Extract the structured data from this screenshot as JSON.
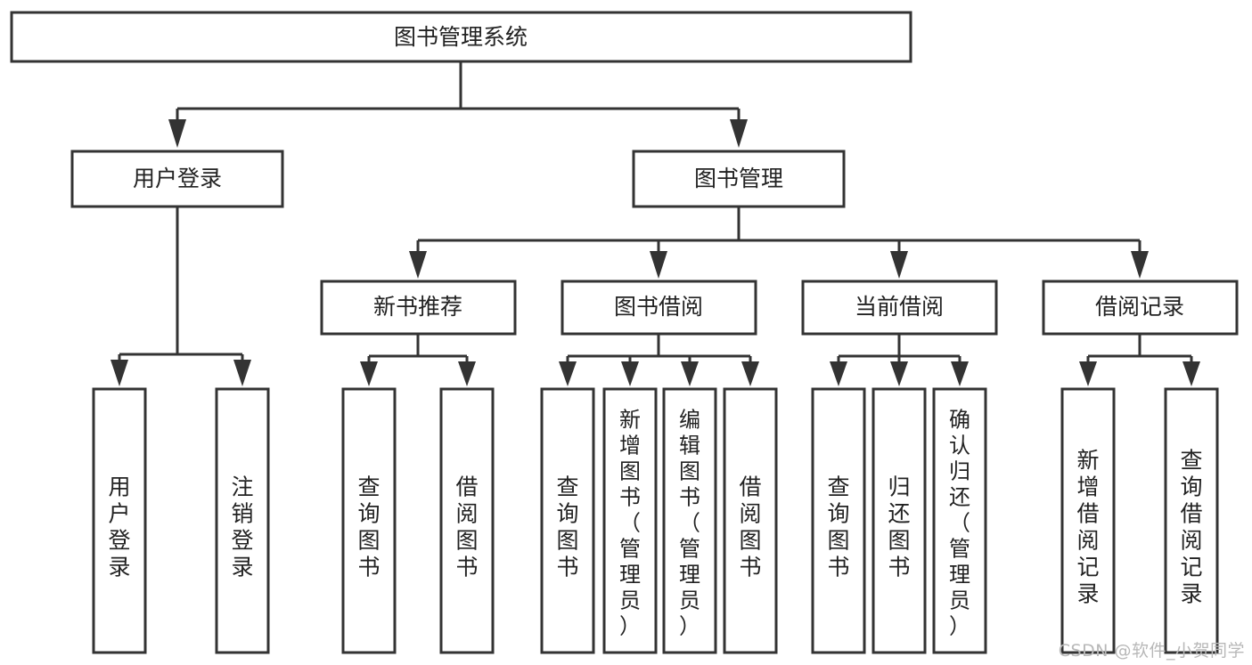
{
  "diagram": {
    "type": "tree-hierarchy",
    "title": "图书管理系统",
    "watermark": "CSDN @软件_小贺同学",
    "colors": {
      "stroke": "#333333",
      "fill": "#ffffff",
      "text": "#222222",
      "watermark": "#b8b8b8",
      "background": "#ffffff"
    },
    "levels": {
      "root": {
        "label": "图书管理系统",
        "orientation": "horizontal"
      },
      "level2": [
        {
          "label": "用户登录",
          "orientation": "horizontal"
        },
        {
          "label": "图书管理",
          "orientation": "horizontal"
        }
      ],
      "level3": [
        {
          "label": "新书推荐",
          "orientation": "horizontal"
        },
        {
          "label": "图书借阅",
          "orientation": "horizontal"
        },
        {
          "label": "当前借阅",
          "orientation": "horizontal"
        },
        {
          "label": "借阅记录",
          "orientation": "horizontal"
        }
      ],
      "leaves": {
        "user_login": [
          {
            "label": "用户登录",
            "orientation": "vertical",
            "align": "middle"
          },
          {
            "label": "注销登录",
            "orientation": "vertical",
            "align": "middle"
          }
        ],
        "new_book_recommend": [
          {
            "label": "查询图书",
            "orientation": "vertical",
            "align": "middle"
          },
          {
            "label": "借阅图书",
            "orientation": "vertical",
            "align": "middle"
          }
        ],
        "book_borrow": [
          {
            "label": "查询图书",
            "orientation": "vertical",
            "align": "middle"
          },
          {
            "label": "新增图书（管理员）",
            "orientation": "vertical",
            "align": "top"
          },
          {
            "label": "编辑图书（管理员）",
            "orientation": "vertical",
            "align": "top"
          },
          {
            "label": "借阅图书",
            "orientation": "vertical",
            "align": "middle"
          }
        ],
        "current_borrow": [
          {
            "label": "查询图书",
            "orientation": "vertical",
            "align": "middle"
          },
          {
            "label": "归还图书",
            "orientation": "vertical",
            "align": "middle"
          },
          {
            "label": "确认归还（管理员）",
            "orientation": "vertical",
            "align": "top"
          }
        ],
        "borrow_record": [
          {
            "label": "新增借阅记录",
            "orientation": "vertical",
            "align": "middle"
          },
          {
            "label": "查询借阅记录",
            "orientation": "vertical",
            "align": "middle"
          }
        ]
      }
    },
    "edges": [
      {
        "from": "图书管理系统",
        "to": "用户登录"
      },
      {
        "from": "图书管理系统",
        "to": "图书管理"
      },
      {
        "from": "图书管理",
        "to": "新书推荐"
      },
      {
        "from": "图书管理",
        "to": "图书借阅"
      },
      {
        "from": "图书管理",
        "to": "当前借阅"
      },
      {
        "from": "图书管理",
        "to": "借阅记录"
      },
      {
        "from": "用户登录",
        "to": "用户登录(叶)"
      },
      {
        "from": "用户登录",
        "to": "注销登录"
      },
      {
        "from": "新书推荐",
        "to": "查询图书"
      },
      {
        "from": "新书推荐",
        "to": "借阅图书"
      },
      {
        "from": "图书借阅",
        "to": "查询图书"
      },
      {
        "from": "图书借阅",
        "to": "新增图书（管理员）"
      },
      {
        "from": "图书借阅",
        "to": "编辑图书（管理员）"
      },
      {
        "from": "图书借阅",
        "to": "借阅图书"
      },
      {
        "from": "当前借阅",
        "to": "查询图书"
      },
      {
        "from": "当前借阅",
        "to": "归还图书"
      },
      {
        "from": "当前借阅",
        "to": "确认归还（管理员）"
      },
      {
        "from": "借阅记录",
        "to": "新增借阅记录"
      },
      {
        "from": "借阅记录",
        "to": "查询借阅记录"
      }
    ]
  }
}
